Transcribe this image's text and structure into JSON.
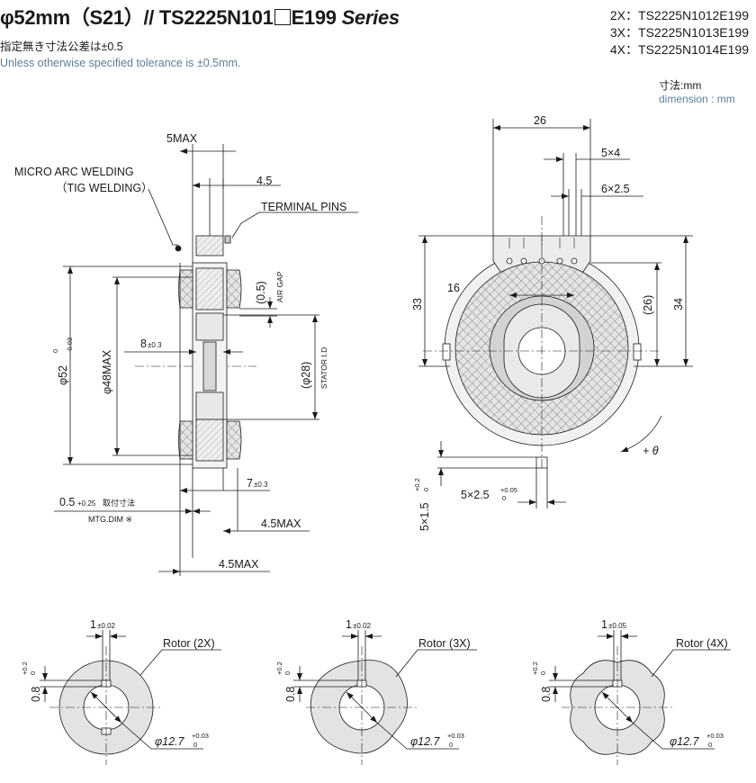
{
  "header": {
    "title_main": "φ52mm（S21）// TS2225N101",
    "title_tail": "E199",
    "title_series": "Series",
    "tolerance_jp": "指定無き寸法公差は±0.5",
    "tolerance_en": "Unless otherwise specified tolerance is ±0.5mm.",
    "variants": [
      "2X：TS2225N1012E199",
      "3X：TS2225N1013E199",
      "4X：TS2225N1014E199"
    ],
    "units_jp": "寸法:mm",
    "units_en": "dimension : mm"
  },
  "side_view": {
    "max5": "5MAX",
    "welding_1": "MICRO ARC WELDING",
    "welding_2": "（TIG WELDING）",
    "dim_4_5": "4.5",
    "terminal_pins": "TERMINAL PINS",
    "air_gap_val": "(0.5)",
    "air_gap_label": "AIR GAP",
    "phi52": "φ52",
    "phi52_tol": "0",
    "phi52_tol_low": "-0.03",
    "phi48": "φ48MAX",
    "dim8": "8",
    "dim8_tol": "±0.3",
    "phi28": "(φ28)",
    "stator_id": "STATOR I.D",
    "dim7": "7",
    "dim7_tol": "±0.3",
    "mtg_val": "0.5",
    "mtg_tol": "+0.25",
    "mtg_jp": "取付寸法",
    "mtg_label": "MTG.DIM ※",
    "max45a": "4.5MAX",
    "max45b": "4.5MAX"
  },
  "front_view": {
    "dim26": "26",
    "dim5x4": "5×4",
    "dim6x25": "6×2.5",
    "dim33": "33",
    "dim16": "16",
    "dim26p": "(26)",
    "dim34": "34",
    "theta": "+ θ",
    "bottom_w": "5×2.5",
    "bottom_w_tol_hi": "+0.05",
    "bottom_w_tol_lo": "0",
    "bottom_h": "5×1.5",
    "bottom_h_tol_hi": "+0.2",
    "bottom_h_tol_lo": "0"
  },
  "rotors": [
    {
      "label": "Rotor (2X)",
      "slot": "1",
      "slot_tol": "±0.02",
      "depth": "0.8",
      "depth_hi": "+0.2",
      "depth_lo": "0",
      "bore": "φ12.7",
      "bore_hi": "+0.03",
      "bore_lo": "0"
    },
    {
      "label": "Rotor (3X)",
      "slot": "1",
      "slot_tol": "±0.02",
      "depth": "0.8",
      "depth_hi": "+0.2",
      "depth_lo": "0",
      "bore": "φ12.7",
      "bore_hi": "+0.03",
      "bore_lo": "0"
    },
    {
      "label": "Rotor (4X)",
      "slot": "1",
      "slot_tol": "±0.05",
      "depth": "0.8",
      "depth_hi": "+0.2",
      "depth_lo": "0",
      "bore": "φ12.7",
      "bore_hi": "+0.03",
      "bore_lo": "0"
    }
  ]
}
